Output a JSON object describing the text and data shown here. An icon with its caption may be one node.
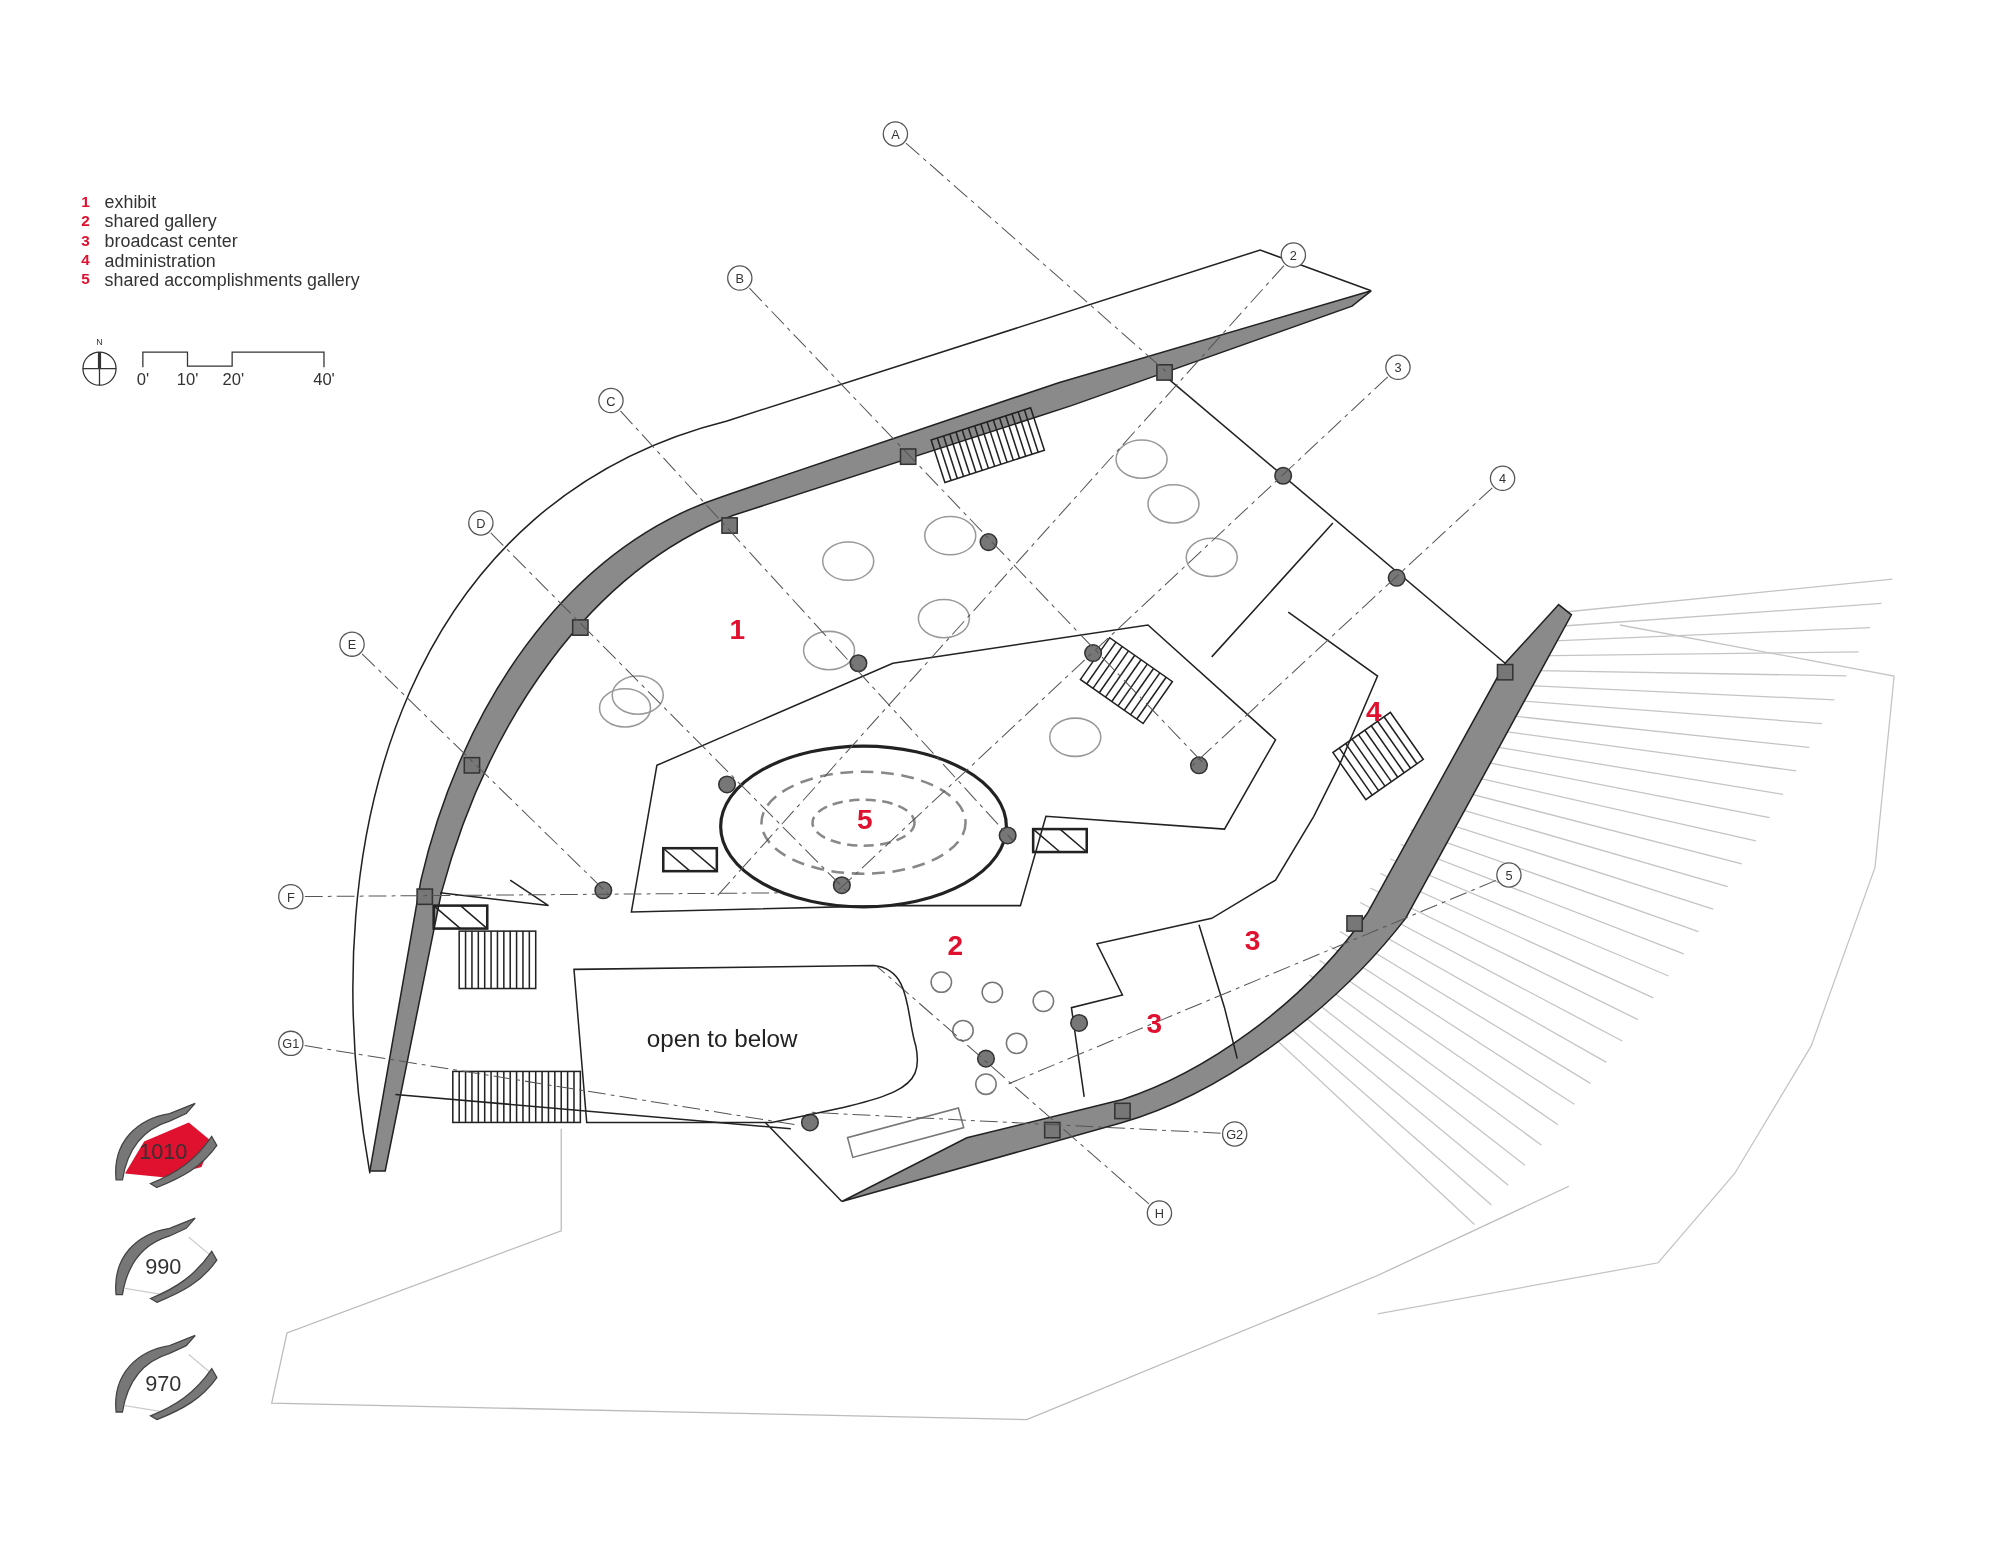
{
  "diagram": {
    "nodes": [
      {
        "text": [
          "A"
        ]
      },
      {
        "text": [
          "2"
        ]
      },
      {
        "text": [
          "B"
        ]
      },
      {
        "text": [
          "3"
        ]
      },
      {
        "text": [
          "C"
        ]
      },
      {
        "text": [
          "4"
        ]
      },
      {
        "text": [
          "D"
        ]
      },
      {
        "text": [
          "E"
        ]
      },
      {
        "text": [
          "F"
        ]
      },
      {
        "text": [
          "5"
        ]
      },
      {
        "text": [
          "open to below"
        ]
      },
      {
        "text": [
          "G1"
        ]
      },
      {
        "text": [
          "G2"
        ]
      },
      {
        "text": [
          "H"
        ]
      }
    ],
    "edges": [],
    "labels": [
      "1",
      "exhibit",
      "2",
      "shared gallery",
      "3",
      "broadcast center",
      "4",
      "administration",
      "5",
      "shared accomplishments gallery",
      "N",
      "0'",
      "10'",
      "20'",
      "40'",
      "1",
      "4",
      "5",
      "2",
      "3",
      "3",
      "1010",
      "990",
      "970"
    ]
  }
}
